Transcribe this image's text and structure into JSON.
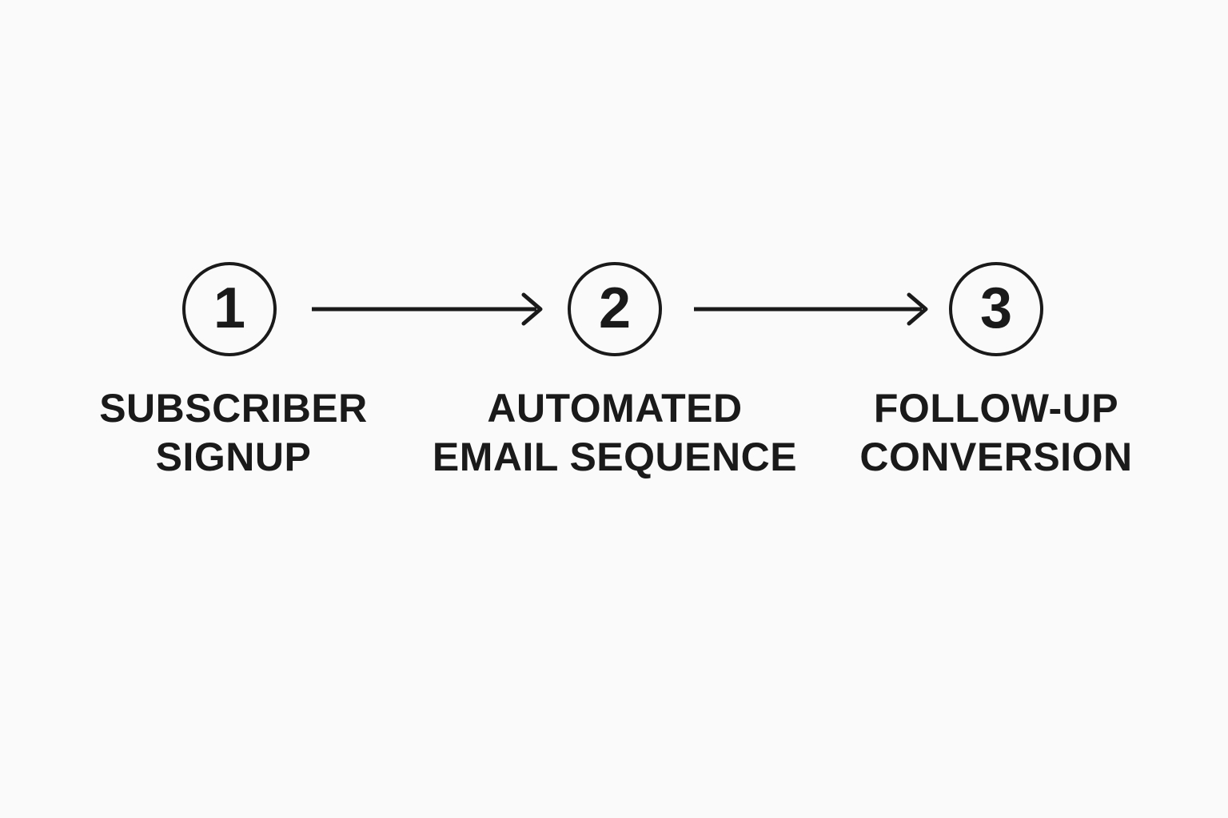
{
  "diagram": {
    "background_color": "#fafafa",
    "ink_color": "#1a1a1a",
    "steps": [
      {
        "number": "1",
        "label_line1": "SUBSCRIBER",
        "label_line2": "SIGNUP"
      },
      {
        "number": "2",
        "label_line1": "AUTOMATED",
        "label_line2": "EMAIL SEQUENCE"
      },
      {
        "number": "3",
        "label_line1": "FOLLOW-UP",
        "label_line2": "CONVERSION"
      }
    ]
  }
}
